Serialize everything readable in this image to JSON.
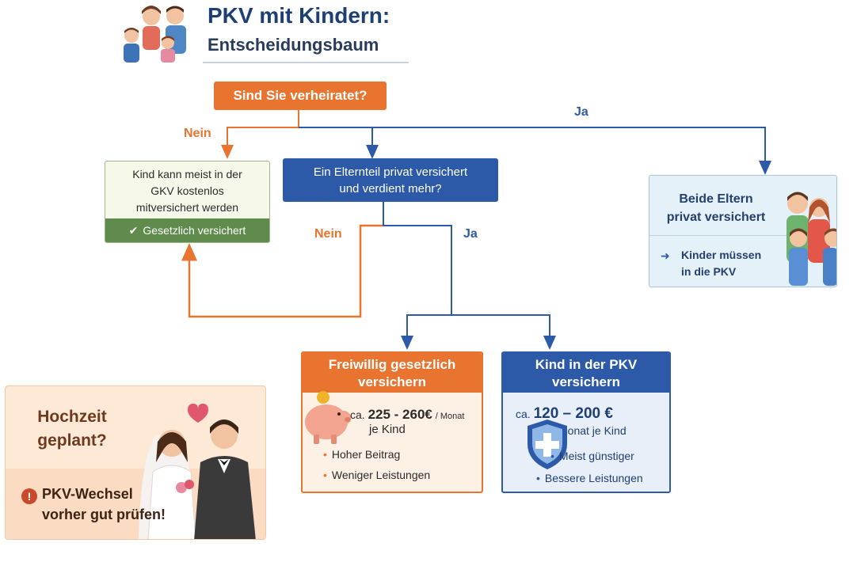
{
  "title": {
    "main": "PKV mit Kindern:",
    "sub": "Entscheidungsbaum"
  },
  "nodes": {
    "married_question": "Sind Sie verheiratet?",
    "parent_question": [
      "Ein Elternteil privat versichert",
      "und verdient mehr?"
    ],
    "gkv_free": {
      "lines": [
        "Kind kann meist in der",
        "GKV kostenlos",
        "mitversichert werden"
      ],
      "footer": "Gesetzlich versichert"
    },
    "both_parents": {
      "title": [
        "Beide Eltern",
        "privat versichert"
      ],
      "note": [
        "Kinder müssen",
        "in die PKV"
      ]
    },
    "gkv_voluntary": {
      "heading": [
        "Freiwillig gesetzlich",
        "versichern"
      ],
      "price_prefix": "ca.",
      "price": "225 - 260€",
      "price_unit": "/ Monat",
      "price_suffix": "je Kind",
      "bullets": [
        "Hoher Beitrag",
        "Weniger Leistungen"
      ]
    },
    "pkv_child": {
      "heading": [
        "Kind in der PKV",
        "versichern"
      ],
      "price_prefix": "ca.",
      "price": "120 – 200 €",
      "price_suffix": "Monat je Kind",
      "bullets": [
        "Meist günstiger",
        "Bessere Leistungen"
      ]
    },
    "wedding": {
      "question": [
        "Hochzeit",
        "geplant?"
      ],
      "warning": [
        "PKV-Wechsel",
        "vorher gut prüfen!"
      ]
    }
  },
  "edge_labels": {
    "no_1": "Nein",
    "yes_1": "Ja",
    "no_2": "Nein",
    "yes_2": "Ja"
  },
  "colors": {
    "orange": "#e8742f",
    "blue": "#2d5aa8",
    "green": "#5f8c4c",
    "navy": "#1d3f73"
  },
  "icons": [
    "family-icon",
    "check-icon",
    "arrow-right-icon",
    "piggy-bank-icon",
    "shield-cross-icon",
    "warning-icon",
    "couple-icon",
    "heart-icon"
  ]
}
